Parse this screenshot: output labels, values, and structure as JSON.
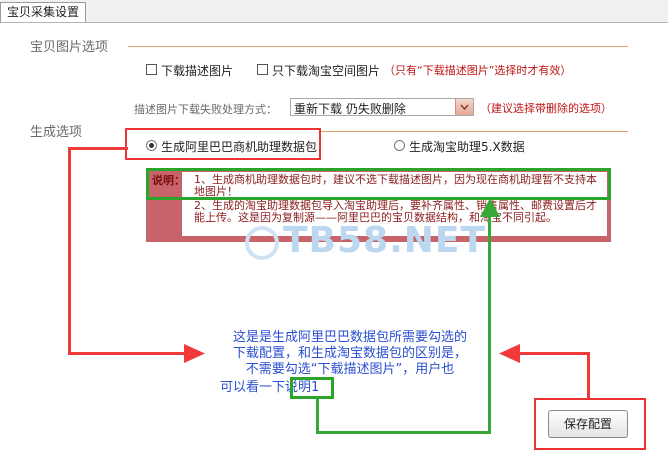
{
  "tab": {
    "label": "宝贝采集设置"
  },
  "sections": {
    "image_options": "宝贝图片选项",
    "generate_options": "生成选项"
  },
  "checkboxes": {
    "download_desc": "下载描述图片",
    "taobao_space_only": "只下载淘宝空间图片",
    "taobao_space_hint": "（只有“下载描述图片”选择时才有效）"
  },
  "failure": {
    "label": "描述图片下载失败处理方式：",
    "selected": "重新下载 仍失败删除",
    "hint": "（建议选择带删除的选项）"
  },
  "radios": {
    "alibaba": "生成阿里巴巴商机助理数据包",
    "taobao": "生成淘宝助理5.X数据"
  },
  "note": {
    "prefix": "说明：",
    "item1": "1、生成商机助理数据包时，建议不选下载描述图片，因为现在商机助理暂不支持本地图片！",
    "item2": "2、生成的淘宝助理数据包导入淘宝助理后，要补齐属性、销售属性、邮费设置后才能上传。这是因为复制源——阿里巴巴的宝贝数据结构，和淘宝不同引起。"
  },
  "watermark": "TB58.NET",
  "annotation": {
    "line1": "这是是生成阿里巴巴数据包所需要勾选的",
    "line2": "下载配置，和生成淘宝数据包的区别是，",
    "line3": "不需要勾选“下载描述图片”，用户也",
    "line4_pre": "可以看一下",
    "line4_ref": "说明1"
  },
  "buttons": {
    "save": "保存配置"
  },
  "colors": {
    "annotation_red": "#f03a3a",
    "annotation_green": "#36a836",
    "note_bg": "#c8636a",
    "section_rule": "#e0a070"
  }
}
